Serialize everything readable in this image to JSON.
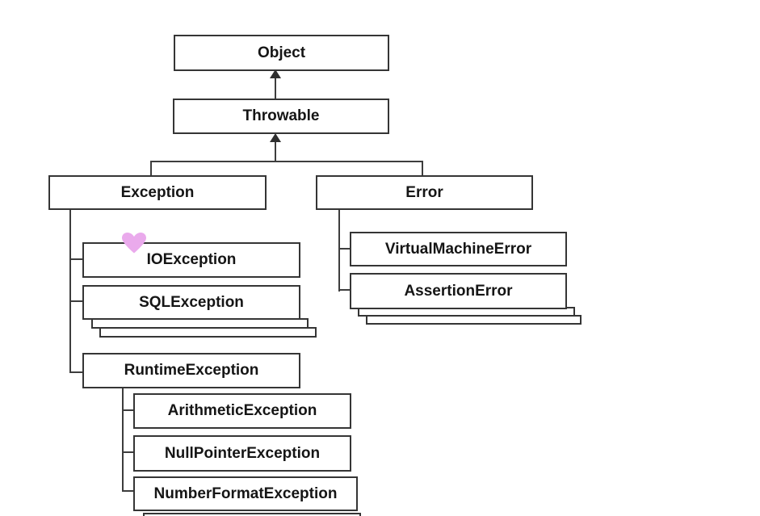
{
  "diagram": {
    "description": "Java exception class hierarchy diagram",
    "colors": {
      "background": "#ffffff",
      "box_border": "#353535",
      "connector": "#3d3d3d",
      "text": "#151515",
      "heart": "#eaaaec"
    },
    "nodes": {
      "object": "Object",
      "throwable": "Throwable",
      "exception": "Exception",
      "error": "Error",
      "io_exception": "IOException",
      "sql_exception": "SQLException",
      "runtime_exception": "RuntimeException",
      "arithmetic_exception": "ArithmeticException",
      "null_pointer_exception": "NullPointerException",
      "number_format_exception": "NumberFormatException",
      "virtual_machine_error": "VirtualMachineError",
      "assertion_error": "AssertionError"
    },
    "heart_icon": {
      "name": "heart-icon",
      "color": "#eaaaec"
    },
    "edges": [
      {
        "from": "Throwable",
        "to": "Object",
        "type": "arrow-up"
      },
      {
        "from": "Exception",
        "to": "Throwable",
        "type": "arrow-up"
      },
      {
        "from": "Error",
        "to": "Throwable",
        "type": "arrow-up"
      },
      {
        "parent": "Exception",
        "children": [
          "IOException",
          "SQLException",
          "RuntimeException"
        ]
      },
      {
        "parent": "RuntimeException",
        "children": [
          "ArithmeticException",
          "NullPointerException",
          "NumberFormatException"
        ]
      },
      {
        "parent": "Error",
        "children": [
          "VirtualMachineError",
          "AssertionError"
        ]
      }
    ]
  }
}
